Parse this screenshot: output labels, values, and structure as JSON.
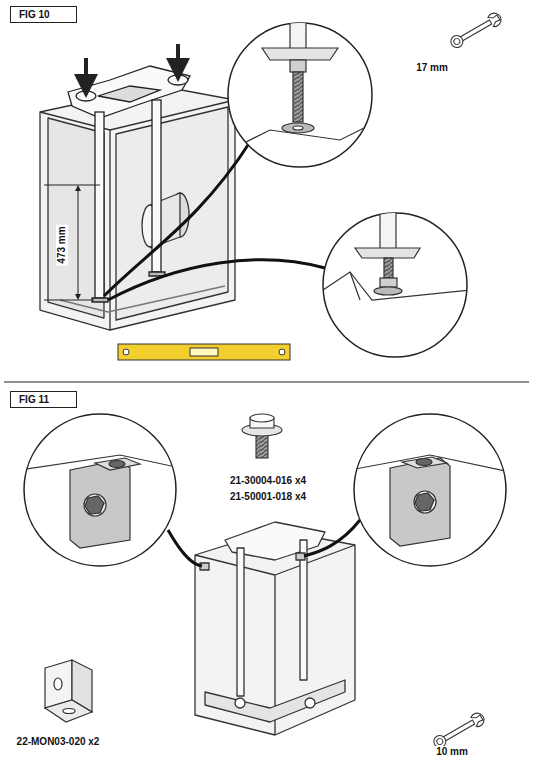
{
  "diagram": {
    "nodes": [
      {
        "text": [
          "FIG 10"
        ]
      },
      {
        "text": [
          "FIG 11"
        ]
      }
    ],
    "labels": [
      "17 mm",
      "473 mm",
      "21-30004-016 x4",
      "21-50001-018 x4",
      "22-MON03-020 x2",
      "10 mm"
    ]
  }
}
